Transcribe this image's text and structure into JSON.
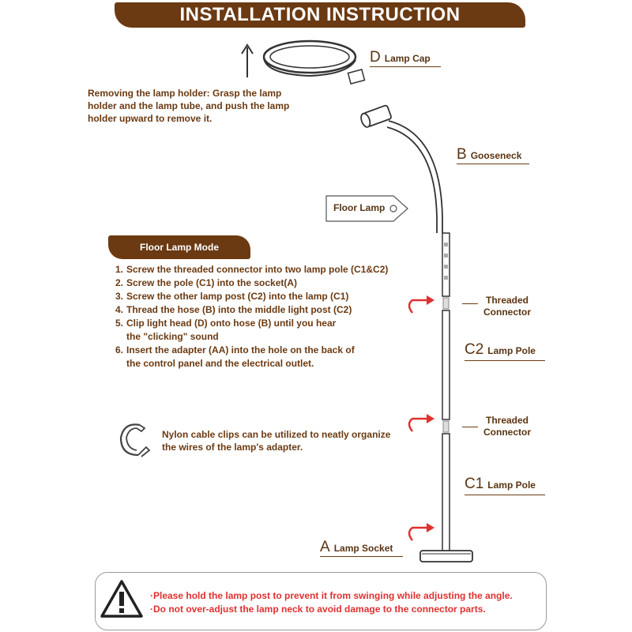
{
  "title": "INSTALLATION INSTRUCTION",
  "removal_note": {
    "lines": [
      "Removing the lamp holder: Grasp the lamp",
      "holder and the lamp tube, and push the lamp",
      " holder upward to remove it."
    ]
  },
  "labels": {
    "d_letter": "D",
    "d_text": "Lamp Cap",
    "b_letter": "B",
    "b_text": "Gooseneck",
    "c2_letter": "C2",
    "c2_text": "Lamp Pole",
    "c1_letter": "C1",
    "c1_text": "Lamp Pole",
    "a_letter": "A",
    "a_text": "Lamp Socket",
    "threaded_1": [
      "Threaded",
      "Connector"
    ],
    "threaded_2": [
      "Threaded",
      "Connector"
    ]
  },
  "floor_lamp_tag": "Floor Lamp",
  "mode_title": "Floor  Lamp Mode",
  "steps": [
    {
      "num": "1.",
      "lines": [
        "Screw the threaded connector into two lamp pole (C1&C2)"
      ]
    },
    {
      "num": "2.",
      "lines": [
        "Screw the pole (C1) into the socket(A)"
      ]
    },
    {
      "num": "3.",
      "lines": [
        "Screw the other lamp post (C2) into the lamp (C1)"
      ]
    },
    {
      "num": "4.",
      "lines": [
        "Thread the hose (B) into the middle light post (C2)"
      ]
    },
    {
      "num": "5.",
      "lines": [
        "Clip light head (D) onto hose (B) until you hear",
        "the \"clicking\" sound"
      ]
    },
    {
      "num": "6.",
      "lines": [
        "Insert the adapter (AA) into the hole on the back of",
        "the control panel and the electrical outlet."
      ]
    }
  ],
  "clip_note": [
    "Nylon cable clips can be utilized to neatly organize",
    "the wires of the lamp's adapter."
  ],
  "warnings": [
    "·Please hold the lamp post to prevent it from swinging while adjusting the angle.",
    "·Do not over-adjust the lamp neck to avoid damage to the connector parts."
  ],
  "colors": {
    "brand": "#6b3a12",
    "warning": "#e03030",
    "arrow": "#e03030",
    "line": "#333333"
  },
  "icons": [
    "arrow-up-icon",
    "rotate-arrow-icon",
    "cable-clip-icon",
    "warning-triangle-icon"
  ]
}
